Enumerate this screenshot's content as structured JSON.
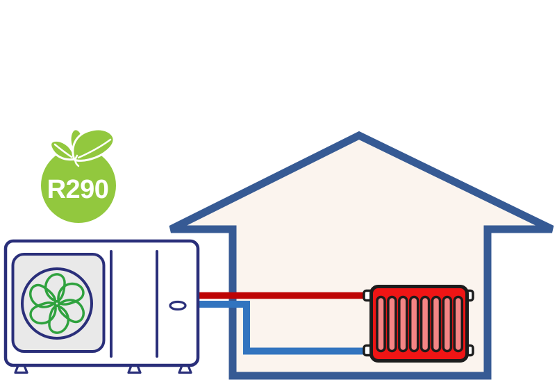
{
  "badge": {
    "label": "R290"
  },
  "radiator": {
    "bar_count": 8
  },
  "heat_pump": {
    "fan_blade_count": 6,
    "feet_count": 3
  },
  "icons": {
    "badge": "leaf-icon",
    "heat_pump": "fan-icon"
  },
  "colors": {
    "background": "#FFFFFF",
    "house-outline": "#365A94",
    "house-fill": "#FBF4EE",
    "unit-outline": "#2A2F7A",
    "unit-panel": "#E9E9E9",
    "fan-green": "#2FA23E",
    "pipe-hot": "#BE0405",
    "pipe-cold": "#3274BF",
    "radiator-red": "#EF1515",
    "radiator-bar": "#F48585",
    "radiator-outline": "#1C1C1C",
    "badge-green": "#92C83E",
    "badge-text": "#FFFFFF"
  }
}
